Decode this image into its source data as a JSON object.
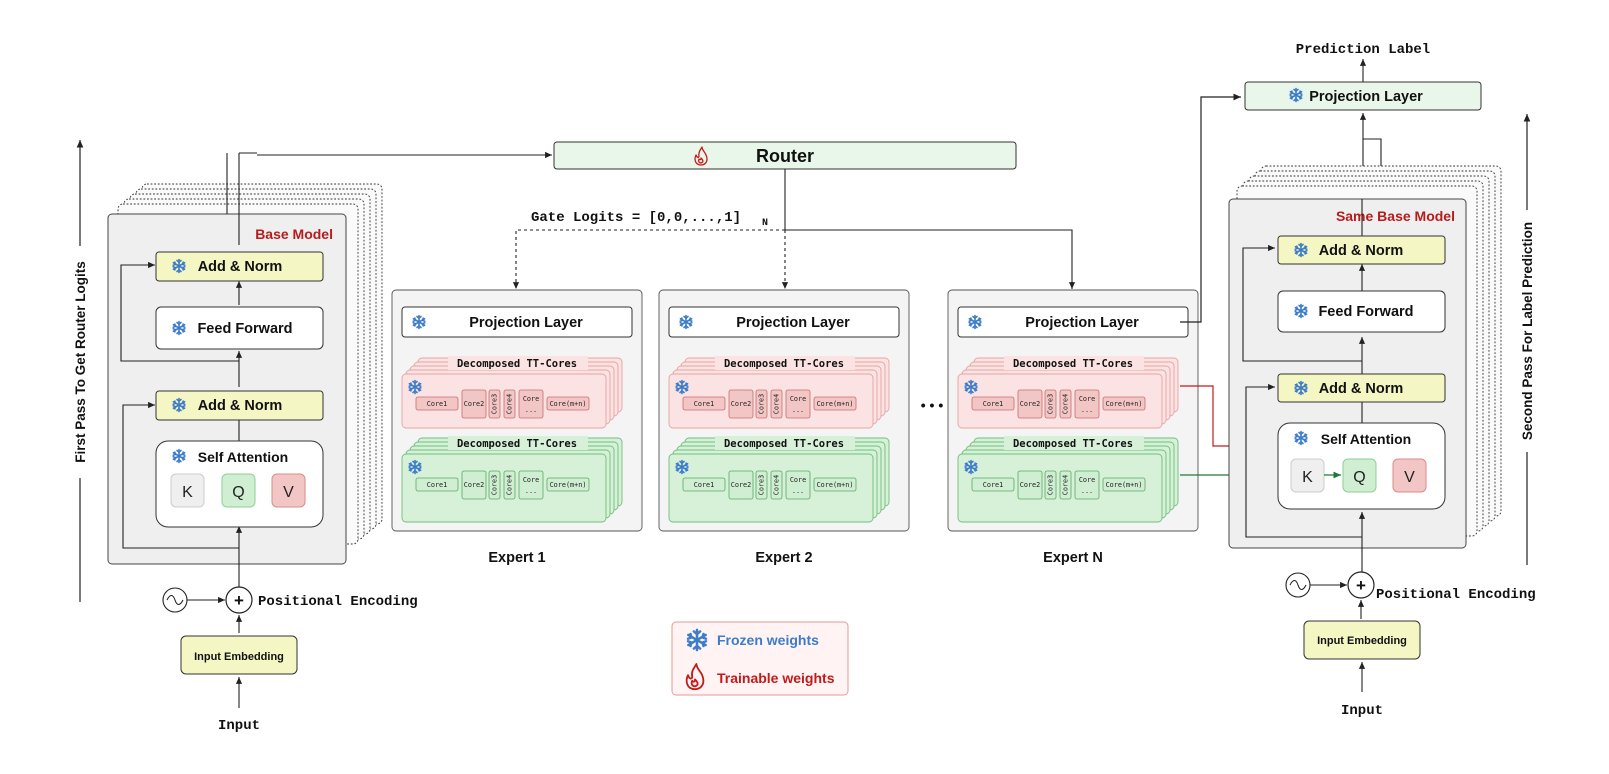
{
  "colors": {
    "frozen_blue": "#3d7cc9",
    "trainable_red": "#c41a1a",
    "router_fill": "#e9f6ea",
    "norm_fill": "#f4f6c3",
    "red_core_fill": "#f3c6c6",
    "green_core_fill": "#cfeed2",
    "base_model_red": "#b71c1c"
  },
  "left_model": {
    "side_label": "First Pass To Get Router Logits",
    "title": "Base Model",
    "add_norm_top": "Add & Norm",
    "feed_forward": "Feed Forward",
    "add_norm_bottom": "Add & Norm",
    "self_attention": "Self Attention",
    "k": "K",
    "q": "Q",
    "v": "V",
    "positional_encoding": "Positional Encoding",
    "input_embedding": "Input Embedding",
    "input": "Input"
  },
  "router": {
    "label": "Router",
    "gate_logits": "Gate Logits = [0,0,...,1]",
    "gate_subscript": "N"
  },
  "experts": [
    {
      "name": "Expert 1",
      "projection": "Projection Layer",
      "red_cores_title": "Decomposed TT-Cores",
      "green_cores_title": "Decomposed TT-Cores"
    },
    {
      "name": "Expert 2",
      "projection": "Projection Layer",
      "red_cores_title": "Decomposed TT-Cores",
      "green_cores_title": "Decomposed TT-Cores"
    },
    {
      "name": "Expert N",
      "projection": "Projection Layer",
      "red_cores_title": "Decomposed TT-Cores",
      "green_cores_title": "Decomposed TT-Cores"
    }
  ],
  "cores": {
    "core1": "Core1",
    "core2": "Core2",
    "core3": "Core3",
    "core4": "Core4",
    "core_line1": "Core",
    "core_line2": "...",
    "core_last": "Core(m+n)"
  },
  "ellipsis": "• • •",
  "legend": {
    "frozen": "Frozen weights",
    "trainable": "Trainable weights"
  },
  "right_model": {
    "prediction_label": "Prediction Label",
    "projection": "Projection Layer",
    "side_label": "Second Pass For Label Prediction",
    "title": "Same Base Model",
    "add_norm_top": "Add & Norm",
    "feed_forward": "Feed Forward",
    "add_norm_bottom": "Add & Norm",
    "self_attention": "Self Attention",
    "k": "K",
    "q": "Q",
    "v": "V",
    "positional_encoding": "Positional Encoding",
    "input_embedding": "Input Embedding",
    "input": "Input"
  }
}
